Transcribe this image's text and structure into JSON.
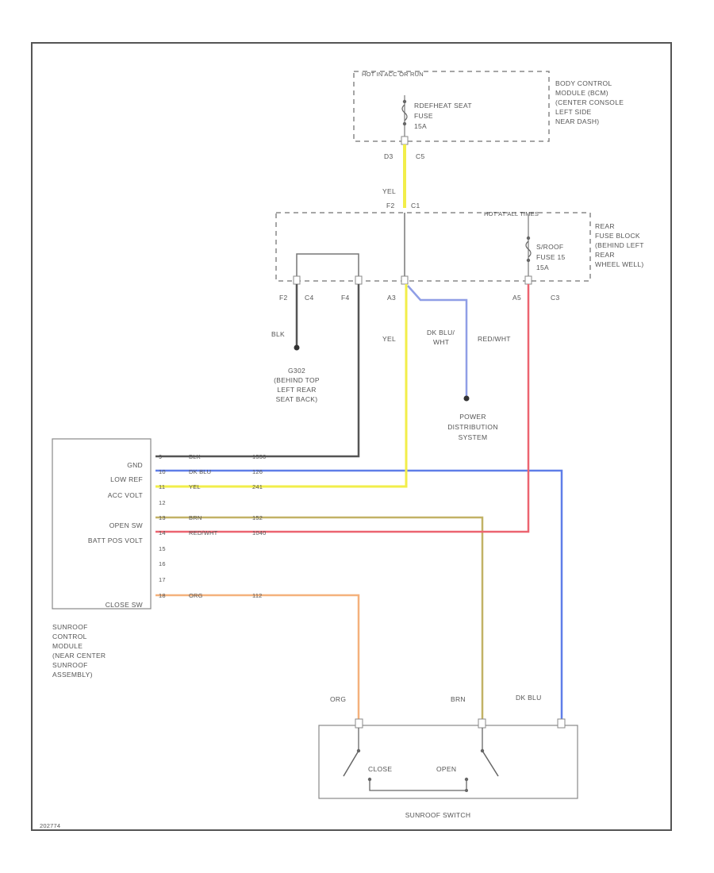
{
  "colors": {
    "yellow": "#f2ee4a",
    "blue": "#5f7ee8",
    "light_blue": "#8f9ee6",
    "red": "#ec6470",
    "brown": "#c2b266",
    "orange": "#f4b17c",
    "black": "#444444",
    "gray": "#9a9a9a"
  },
  "bcm": {
    "hot_label": "HOT IN ACC OR RUN",
    "fuse_lines": [
      "RDEFHEAT SEAT",
      "FUSE",
      "15A"
    ],
    "name_lines": [
      "BODY CONTROL",
      "MODULE (BCM)",
      "(CENTER CONSOLE",
      "LEFT SIDE",
      "NEAR DASH)"
    ],
    "pin": "D3",
    "connector": "C5"
  },
  "wire_bcm_to_fuse": "YEL",
  "rear_fuse_block": {
    "pin_top": "F2",
    "connector_top": "C1",
    "hot_label": "HOT AT ALL TIMES",
    "fuse_lines": [
      "S/ROOF",
      "FUSE 15",
      "15A"
    ],
    "name_lines": [
      "REAR",
      "FUSE BLOCK",
      "(BEHIND LEFT",
      "REAR",
      "WHEEL WELL)"
    ],
    "pins": [
      "F2",
      "C4",
      "F4",
      "A3",
      "A5",
      "C3"
    ]
  },
  "ground": {
    "wire": "BLK",
    "name_lines": [
      "G302",
      "(BEHIND TOP",
      "LEFT REAR",
      "SEAT BACK)"
    ]
  },
  "wire_center": "YEL",
  "power_dist": {
    "wire_lines": [
      "DK BLU/",
      "WHT"
    ],
    "wire_red": "RED/WHT",
    "name_lines": [
      "POWER",
      "DISTRIBUTION",
      "SYSTEM"
    ]
  },
  "module": {
    "pins": [
      {
        "label": "GND",
        "num": "9",
        "wire": "BLK",
        "circuit": "1550"
      },
      {
        "label": "LOW REF",
        "num": "10",
        "wire": "DK BLU",
        "circuit": "126"
      },
      {
        "label": "ACC VOLT",
        "num": "11",
        "wire": "YEL",
        "circuit": "241"
      },
      {
        "label": "",
        "num": "12",
        "wire": "",
        "circuit": ""
      },
      {
        "label": "OPEN SW",
        "num": "13",
        "wire": "BRN",
        "circuit": "152"
      },
      {
        "label": "BATT POS VOLT",
        "num": "14",
        "wire": "RED/WHT",
        "circuit": "1040"
      },
      {
        "label": "",
        "num": "15",
        "wire": "",
        "circuit": ""
      },
      {
        "label": "",
        "num": "16",
        "wire": "",
        "circuit": ""
      },
      {
        "label": "",
        "num": "17",
        "wire": "",
        "circuit": ""
      },
      {
        "label": "CLOSE SW",
        "num": "18",
        "wire": "ORG",
        "circuit": "112"
      }
    ],
    "name_lines": [
      "SUNROOF",
      "CONTROL",
      "MODULE",
      "(NEAR CENTER",
      "SUNROOF",
      "ASSEMBLY)"
    ]
  },
  "switch": {
    "wires": [
      "ORG",
      "BRN",
      "DK BLU"
    ],
    "close_label": "CLOSE",
    "open_label": "OPEN",
    "name": "SUNROOF SWITCH"
  },
  "footer_code": "202774"
}
